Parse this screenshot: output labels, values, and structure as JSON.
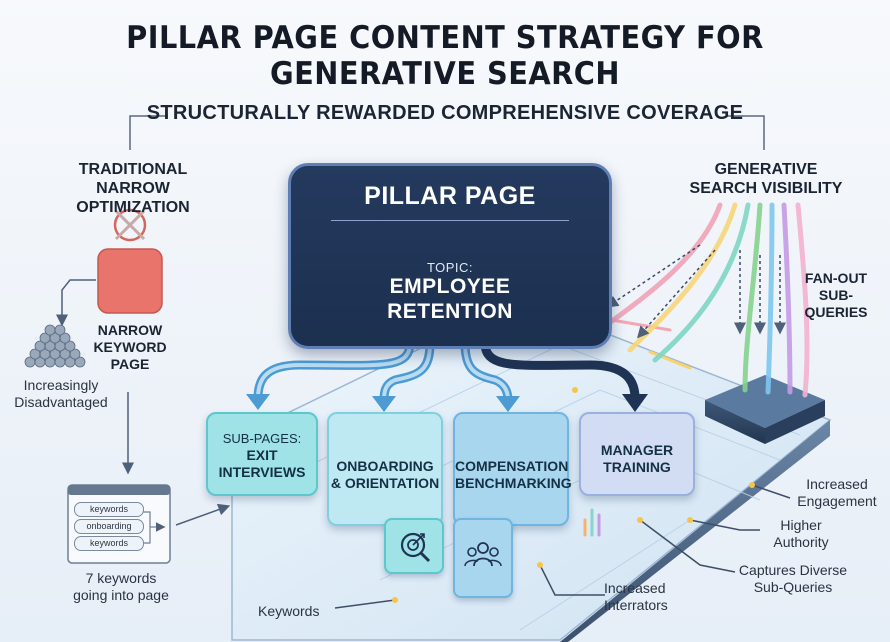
{
  "title": "PILLAR PAGE CONTENT STRATEGY FOR GENERATIVE SEARCH",
  "subtitle": "STRUCTURALLY REWARDED COMPREHENSIVE COVERAGE",
  "left": {
    "heading_line1": "TRADITIONAL",
    "heading_line2": "NARROW OPTIMIZATION",
    "page_label_line1": "NARROW",
    "page_label_line2": "KEYWORD",
    "page_label_line3": "PAGE",
    "note_line1": "Increasingly",
    "note_line2": "Disadvantaged",
    "keywords_box": [
      "keywords",
      "onboarding",
      "keywords"
    ],
    "keywords_caption_line1": "7 keywords",
    "keywords_caption_line2": "going into page"
  },
  "pillar": {
    "title": "PILLAR PAGE",
    "topic_label": "TOPIC:",
    "topic_line1": "EMPLOYEE",
    "topic_line2": "RETENTION"
  },
  "subpages": [
    {
      "line1": "SUB-PAGES:",
      "line2": "EXIT",
      "line3": "INTERVIEWS"
    },
    {
      "line1": "ONBOARDING",
      "line2": "& ORIENTATION"
    },
    {
      "line1": "COMPENSATION",
      "line2": "BENCHMARKING"
    },
    {
      "line1": "MANAGER",
      "line2": "TRAINING"
    }
  ],
  "right": {
    "heading_line1": "GENERATIVE",
    "heading_line2": "SEARCH VISIBILITY",
    "fanout_line1": "FAN-OUT",
    "fanout_line2": "SUB-",
    "fanout_line3": "QUERIES"
  },
  "callouts": {
    "engagement_line1": "Increased",
    "engagement_line2": "Engagement",
    "authority_line1": "Higher",
    "authority_line2": "Authority",
    "captures_line1": "Captures Diverse",
    "captures_line2": "Sub-Queries",
    "interrators_line1": "Increased",
    "interrators_line2": "Interrators",
    "keywords": "Keywords"
  },
  "icons": [
    "x-icon",
    "stack-icon",
    "search-icon",
    "people-icon",
    "document-icon",
    "chart-icon",
    "magnifier-icon",
    "target-search-icon",
    "group-icon"
  ],
  "colors": {
    "pillar": "#1f3354",
    "narrow_page": "#e8746b",
    "card_teal": "#9fe3e6",
    "card_aqua": "#bfe9f2",
    "card_blue": "#a9d6ef",
    "card_lavender": "#d2dcf3",
    "arrow": "#3f8fc8"
  }
}
